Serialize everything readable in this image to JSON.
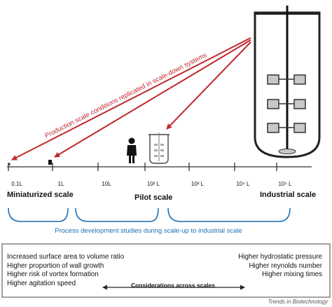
{
  "top_arrow_label": "Production scale conditions replicated in scale-down systems",
  "ticks": [
    {
      "label": "0.1L"
    },
    {
      "label": "1L"
    },
    {
      "label": "10L"
    },
    {
      "label": "10² L"
    },
    {
      "label": "10³ L"
    },
    {
      "label": "10⁴ L"
    },
    {
      "label": "10⁵ L"
    }
  ],
  "scales": {
    "miniaturized": "Miniaturized scale",
    "pilot": "Pilot scale",
    "industrial": "Industrial scale"
  },
  "process_label": "Process development studies during scale-up to industrial scale",
  "small_scale_items": [
    "Increased surface area to volume ratio",
    "Higher proportion of wall growth",
    "Higher risk of vortex formation",
    "Higher agitation speed"
  ],
  "large_scale_items": [
    "Higher hydrostatic pressure",
    "Higher reynolds number",
    "Higher mixing times"
  ],
  "considerations_label": "Considerations across scales",
  "journal_label": "Trends in Biotechnology",
  "colors": {
    "red_arrow": "#c0282d",
    "blue_bracket": "#1a6fb6",
    "axis": "#333333",
    "impeller_fill": "#c8c8c8"
  }
}
